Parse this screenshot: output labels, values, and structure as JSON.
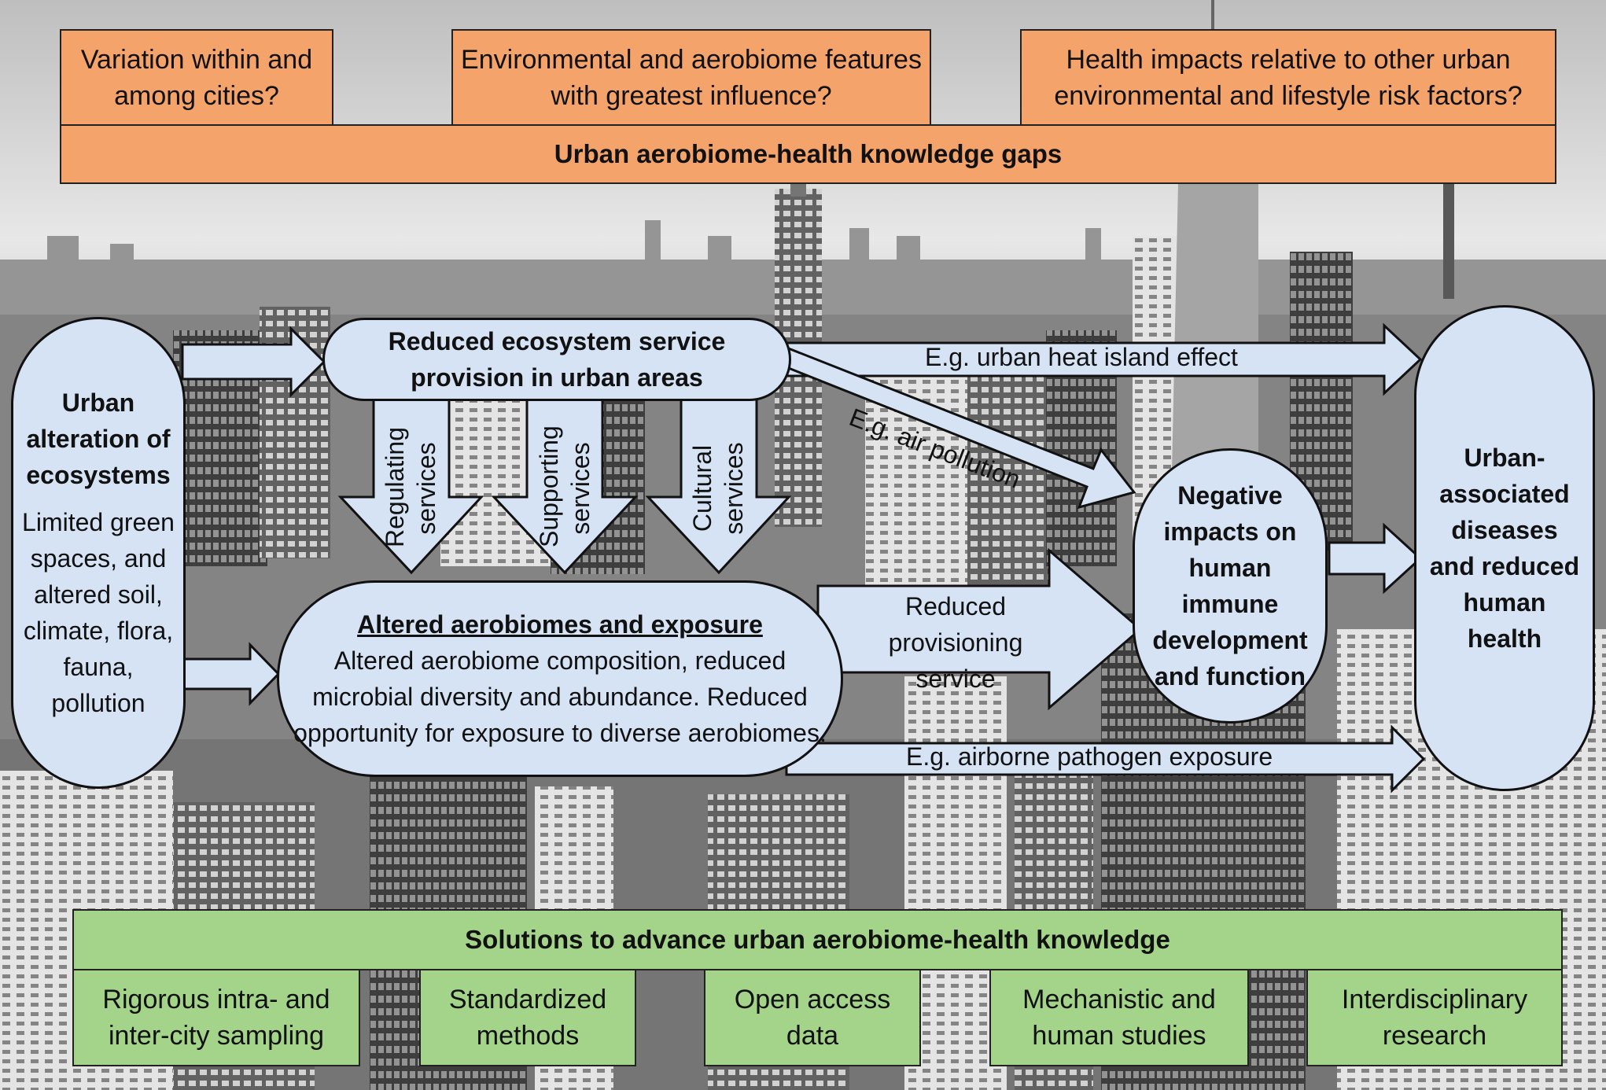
{
  "knowledge_gaps": {
    "questions": [
      "Variation within and among cities?",
      "Environmental and aerobiome features with greatest influence?",
      "Health impacts relative to other urban environmental and lifestyle risk factors?"
    ],
    "header": "Urban aerobiome-health knowledge gaps"
  },
  "left_box": {
    "title": "Urban alteration of ecosystems",
    "body": "Limited green spaces, and altered soil, climate, flora, fauna, pollution"
  },
  "ecosystem_box": {
    "title": "Reduced ecosystem service provision in urban areas"
  },
  "services": [
    "Regulating services",
    "Supporting services",
    "Cultural services"
  ],
  "aerobiome_box": {
    "title": "Altered aerobiomes and exposure",
    "body": "Altered aerobiome composition, reduced microbial diversity and abundance. Reduced opportunity for exposure to diverse aerobiomes."
  },
  "immune_box": {
    "title": "Negative impacts on human immune development and function"
  },
  "disease_box": {
    "title": "Urban-associated diseases and reduced human health"
  },
  "arrow_labels": {
    "heat": "E.g. urban heat island effect",
    "air": "E.g. air pollution",
    "provisioning": "Reduced provisioning service",
    "pathogen": "E.g. airborne pathogen exposure"
  },
  "solutions": {
    "header": "Solutions to advance urban aerobiome-health knowledge",
    "items": [
      "Rigorous intra- and inter-city sampling",
      "Standardized methods",
      "Open access data",
      "Mechanistic and human studies",
      "Interdisciplinary research"
    ]
  },
  "colors": {
    "gap_fill": "#f4a46b",
    "solution_fill": "#a4d48a",
    "node_fill": "#d6e3f5",
    "background": "#9a9a9a"
  }
}
